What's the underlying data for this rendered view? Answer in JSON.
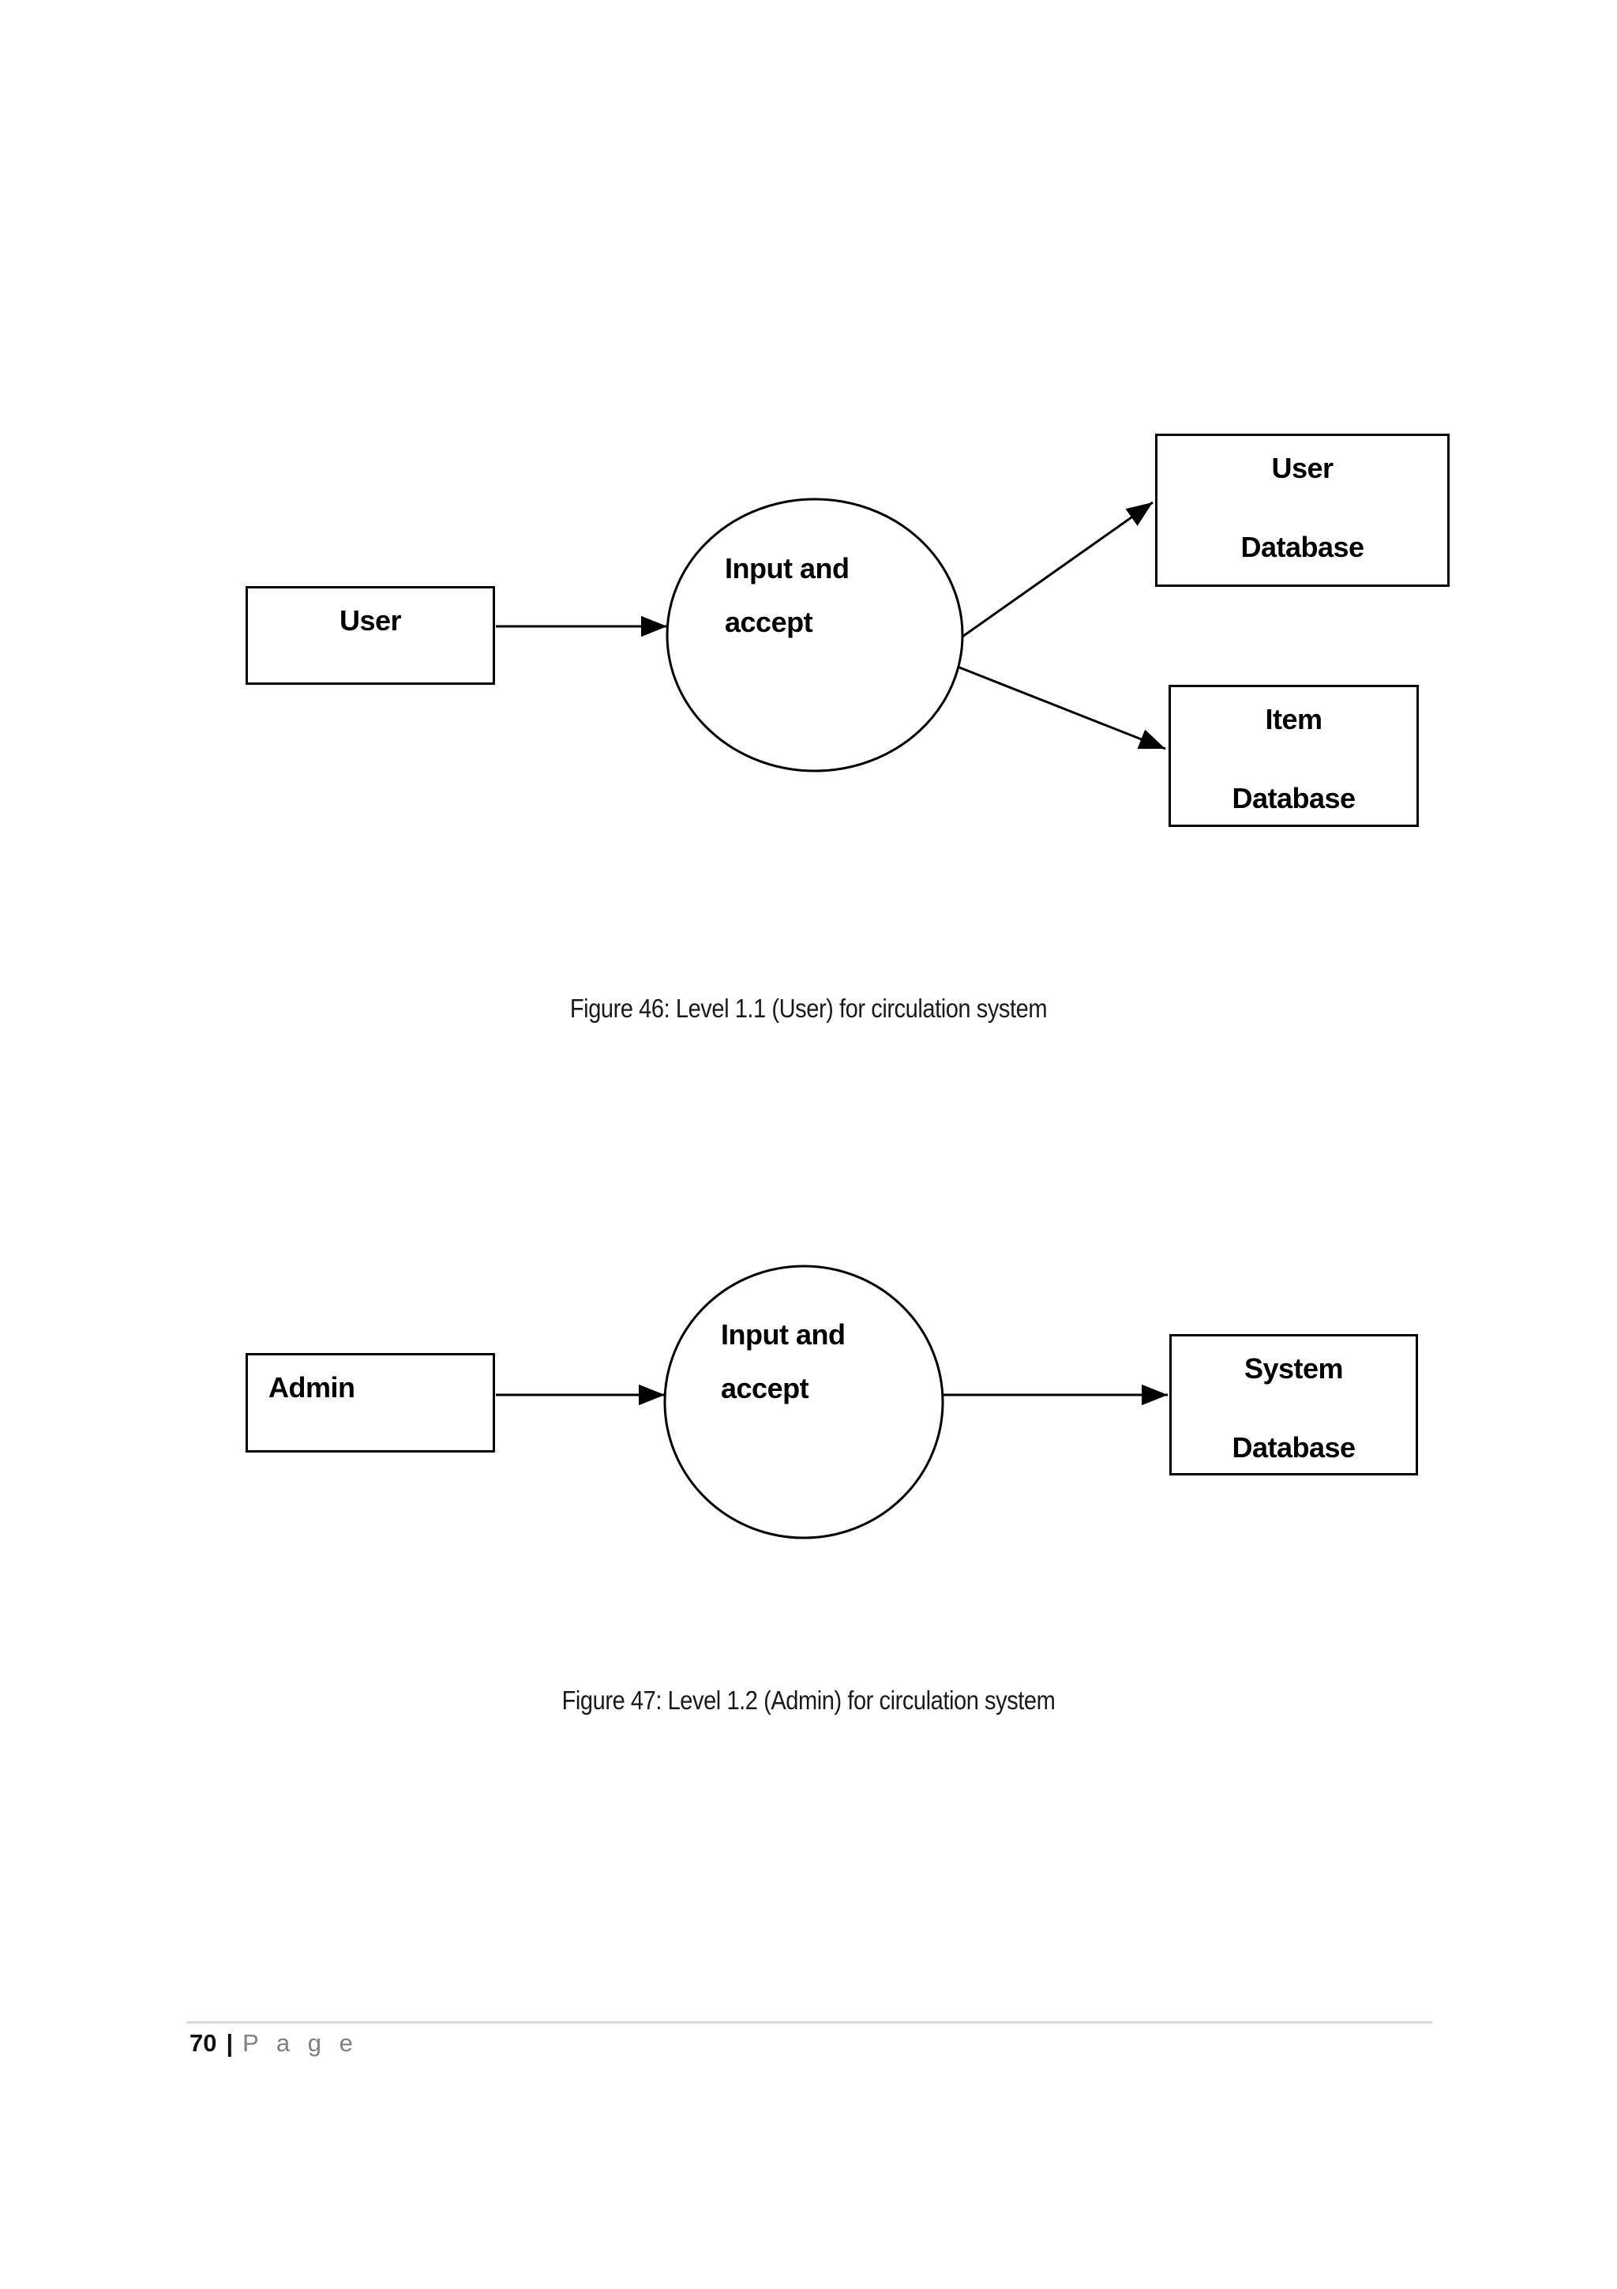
{
  "colors": {
    "ink": "#000000",
    "caption_text": "#1a1a1a",
    "footer_gray": "#7f7f7f",
    "footer_rule": "#d9d9d9",
    "background": "#ffffff"
  },
  "figure46": {
    "caption": "Figure 46: Level 1.1 (User) for circulation system",
    "source": {
      "label": "User"
    },
    "process": {
      "line1": "Input and",
      "line2": "accept"
    },
    "stores": [
      {
        "line1": "User",
        "line2": "Database"
      },
      {
        "line1": "Item",
        "line2": "Database"
      }
    ]
  },
  "figure47": {
    "caption": "Figure 47: Level 1.2 (Admin) for circulation system",
    "source": {
      "label": "Admin"
    },
    "process": {
      "line1": "Input and",
      "line2": "accept"
    },
    "stores": [
      {
        "line1": "System",
        "line2": "Database"
      }
    ]
  },
  "footer": {
    "page_number": "70",
    "separator": "|",
    "page_label": "P a g e"
  }
}
